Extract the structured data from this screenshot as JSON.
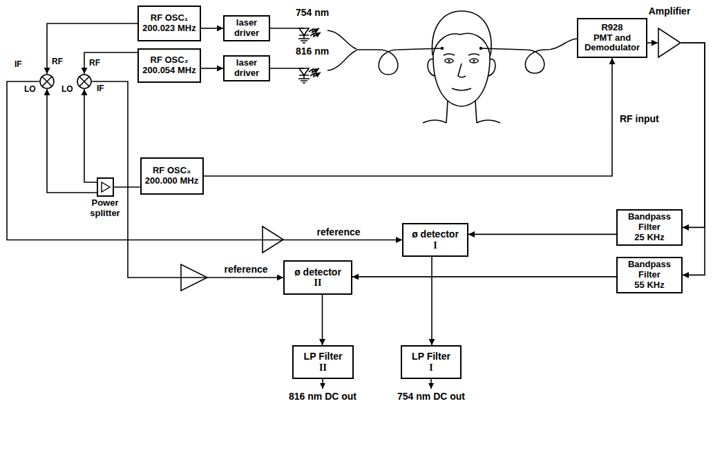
{
  "diagram": {
    "nodes": [
      {
        "text": [
          "RF OSC₁",
          "200.023 MHz"
        ]
      },
      {
        "text": [
          "laser driver"
        ]
      },
      {
        "text": [
          "RF OSC₂",
          "200.054 MHz"
        ]
      },
      {
        "text": [
          "laser driver"
        ]
      },
      {
        "text": [
          "R928",
          "PMT and Demodulator"
        ]
      },
      {
        "text": [
          "Amplifier"
        ]
      },
      {
        "text": [
          "IF",
          "RF",
          "LO"
        ]
      },
      {
        "text": [
          "RF",
          "LO",
          "IF"
        ]
      },
      {
        "text": [
          "RF OSC₃",
          "200.000 MHz"
        ]
      },
      {
        "text": [
          "Power splitter"
        ]
      },
      {
        "text": [
          "ø detector",
          "I"
        ]
      },
      {
        "text": [
          "Bandpass Filter",
          "25 KHz"
        ]
      },
      {
        "text": [
          "ø detector",
          "II"
        ]
      },
      {
        "text": [
          "Bandpass Filter",
          "55 KHz"
        ]
      },
      {
        "text": [
          "LP Filter",
          "II"
        ]
      },
      {
        "text": [
          "LP Filter",
          "I"
        ]
      }
    ],
    "edges": [
      {
        "from": 0,
        "to": 1,
        "arrow": "to"
      },
      {
        "from": 2,
        "to": 3,
        "arrow": "to"
      },
      {
        "from": 0,
        "to": 6,
        "arrow": "to"
      },
      {
        "from": 2,
        "to": 7,
        "arrow": "to"
      },
      {
        "from": 8,
        "to": 9,
        "arrow": "none"
      },
      {
        "from": 9,
        "to": 6,
        "arrow": "to"
      },
      {
        "from": 9,
        "to": 7,
        "arrow": "to"
      },
      {
        "from": 8,
        "to": 4,
        "label": "RF input",
        "arrow": "to"
      },
      {
        "from": 4,
        "to": 5,
        "arrow": "to"
      },
      {
        "from": 5,
        "to": 11,
        "arrow": "to"
      },
      {
        "from": 5,
        "to": 13,
        "arrow": "to"
      },
      {
        "from": 6,
        "to": 10,
        "label": "reference",
        "arrow": "to"
      },
      {
        "from": 7,
        "to": 12,
        "label": "reference",
        "arrow": "to"
      },
      {
        "from": 11,
        "to": 10,
        "arrow": "to"
      },
      {
        "from": 13,
        "to": 12,
        "arrow": "to"
      },
      {
        "from": 10,
        "to": 15,
        "arrow": "to"
      },
      {
        "from": 12,
        "to": 14,
        "arrow": "to"
      }
    ],
    "labels": [
      "754 nm",
      "816 nm",
      "816 nm DC out",
      "754 nm DC out"
    ]
  }
}
